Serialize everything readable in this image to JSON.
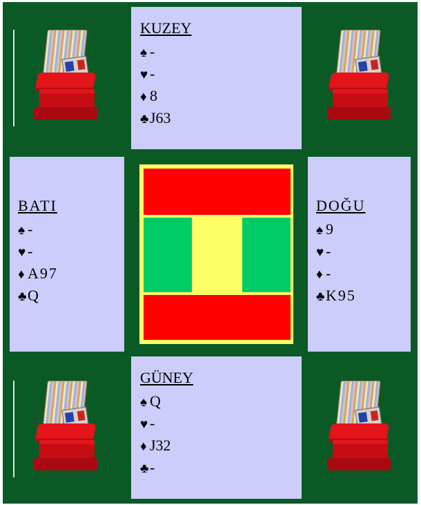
{
  "hands": {
    "north": {
      "title": "KUZEY",
      "spades": "-",
      "hearts": "-",
      "diamonds": "8",
      "clubs": "J63"
    },
    "south": {
      "title": "GÜNEY",
      "spades": "Q",
      "hearts": "-",
      "diamonds": "J32",
      "clubs": "-"
    },
    "west": {
      "title": "BATI",
      "spades": "-",
      "hearts": "-",
      "diamonds": "A97",
      "clubs": "Q"
    },
    "east": {
      "title": "DOĞU",
      "spades": "9",
      "hearts": "-",
      "diamonds": "-",
      "clubs": "K95"
    }
  },
  "suits": {
    "spade": "♠",
    "heart": "♥",
    "diamond": "♦",
    "club": "♣"
  },
  "colors": {
    "table": "#0b5a26",
    "hand_bg": "#cccdfb",
    "center_red": "#ff0000",
    "center_green": "#00cc66",
    "center_yellow": "#ffff66"
  },
  "icons": {
    "seat": "bidding-box-icon"
  }
}
